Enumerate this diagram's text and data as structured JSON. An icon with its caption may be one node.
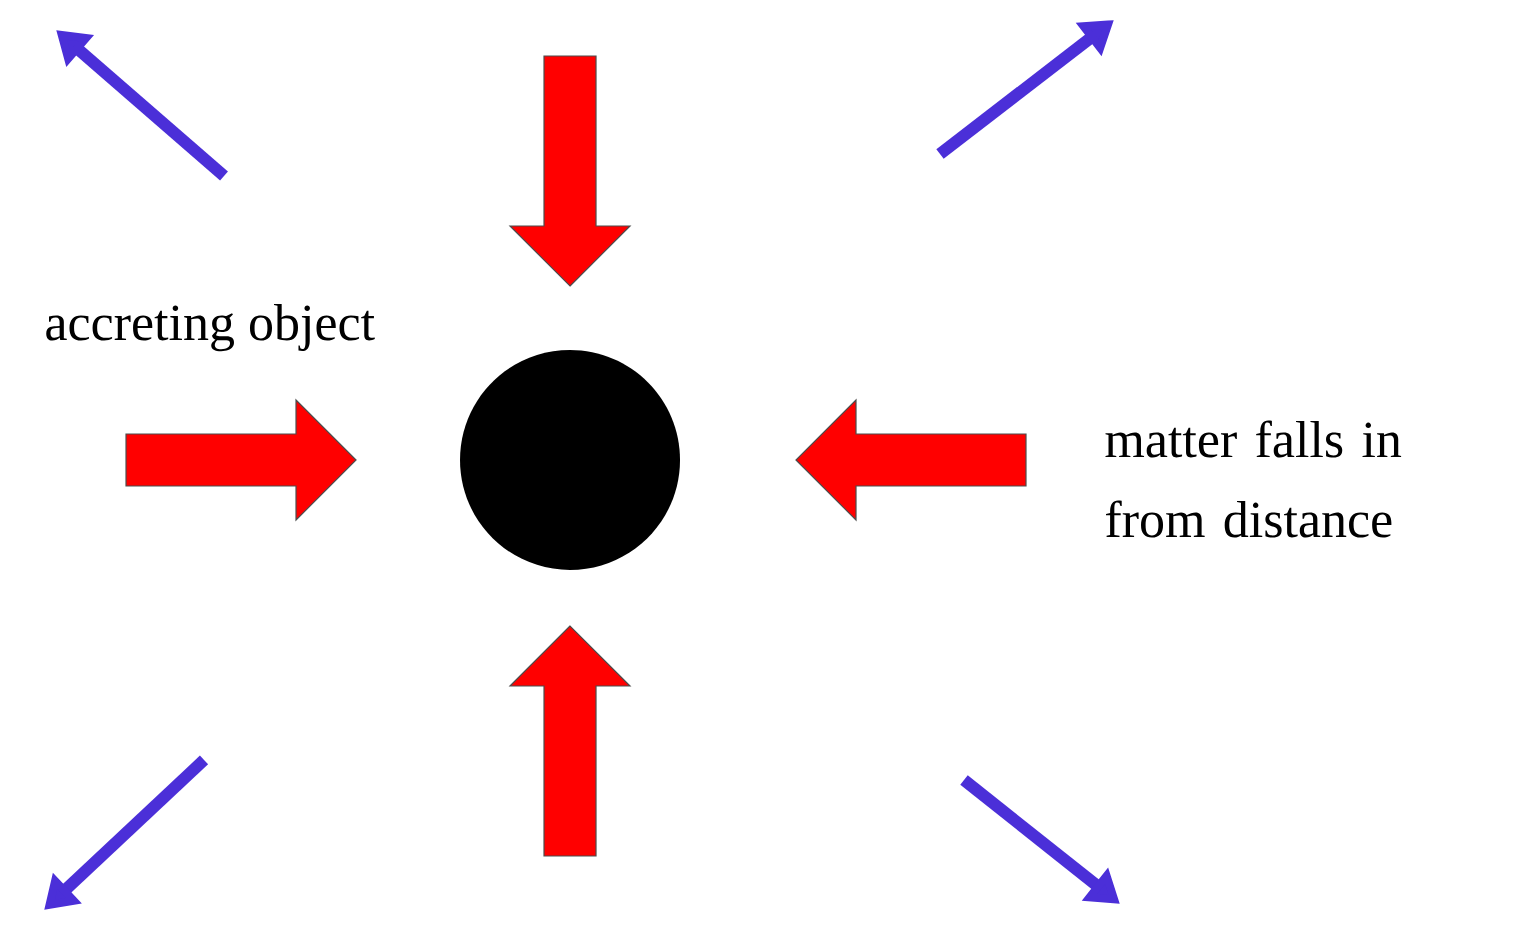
{
  "diagram": {
    "nodes": [
      {
        "text": [],
        "shape": "circle",
        "beside": [
          "accreting object"
        ]
      }
    ],
    "labels": [
      "matter falls in from distance"
    ]
  }
}
